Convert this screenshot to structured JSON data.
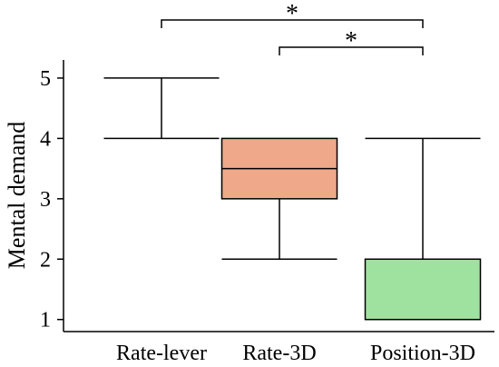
{
  "chart_data": {
    "type": "box",
    "ylabel": "Mental demand",
    "xlabel": "",
    "ylim": [
      0.8,
      5.3
    ],
    "yticks": [
      1,
      2,
      3,
      4,
      5
    ],
    "ytick_labels": [
      "1",
      "2",
      "3",
      "4",
      "5"
    ],
    "categories": [
      "Rate-lever",
      "Rate-3D",
      "Position-3D"
    ],
    "boxes": [
      {
        "category": "Rate-lever",
        "min": 4,
        "q1": 4,
        "median": 4,
        "q3": 4,
        "max": 5,
        "color": "#ffffff"
      },
      {
        "category": "Rate-3D",
        "min": 2,
        "q1": 3,
        "median": 3.5,
        "q3": 4,
        "max": 4,
        "color": "#f0a88a"
      },
      {
        "category": "Position-3D",
        "min": 1,
        "q1": 1,
        "median": 1,
        "q3": 2,
        "max": 4,
        "color": "#9fe29f"
      }
    ],
    "significance": [
      {
        "from": "Rate-lever",
        "to": "Position-3D",
        "label": "*"
      },
      {
        "from": "Rate-3D",
        "to": "Position-3D",
        "label": "*"
      }
    ],
    "grid": false,
    "legend": "none"
  }
}
